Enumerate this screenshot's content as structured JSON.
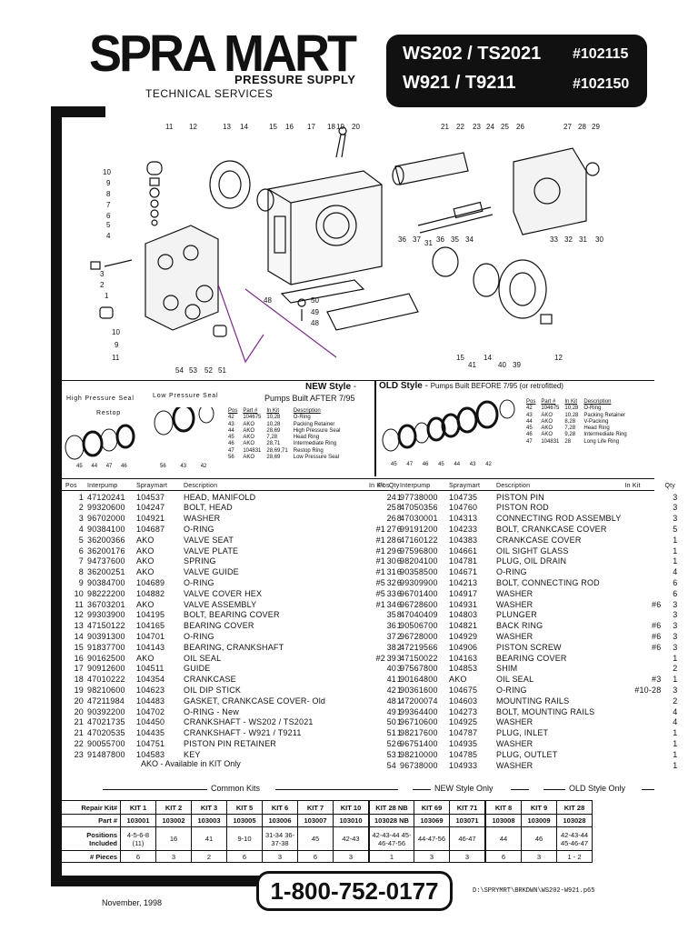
{
  "header": {
    "brand": "SPRA MART",
    "brand_sub": "PRESSURE SUPPLY",
    "tech": "TECHNICAL SERVICES",
    "model_line1": "WS202 / TS2021",
    "model_line2": "W921 / T9211",
    "num1": "#102115",
    "num2": "#102150"
  },
  "diagram": {
    "callouts_top": [
      "11",
      "12",
      "13",
      "14",
      "15",
      "16",
      "17",
      "18",
      "19",
      "20",
      "21",
      "22",
      "23",
      "24",
      "25",
      "26",
      "27",
      "28",
      "29"
    ],
    "callouts_left": [
      "10",
      "9",
      "8",
      "7",
      "6",
      "5",
      "4",
      "3",
      "2",
      "1",
      "10",
      "9",
      "11"
    ],
    "callouts_bottom_left": [
      "54",
      "53",
      "52",
      "51"
    ],
    "callouts_mid": [
      "48",
      "50",
      "49",
      "48"
    ],
    "callouts_right_mid": [
      "36",
      "37",
      "31",
      "36",
      "35",
      "34",
      "33",
      "32",
      "31",
      "30"
    ],
    "callouts_right_bot": [
      "15",
      "14",
      "41",
      "40",
      "39",
      "12"
    ]
  },
  "new_style": {
    "title": "NEW Style",
    "subtitle": "Pumps Built AFTER 7/95",
    "hp_label": "High Pressure Seal",
    "lp_label": "Low Pressure Seal",
    "restop_label": "Restop",
    "bottom_labels": [
      "45",
      "44",
      "47",
      "46",
      "56",
      "43",
      "42"
    ],
    "headers": [
      "Pos",
      "Part #",
      "In Kit",
      "Description"
    ],
    "rows": [
      [
        "42",
        "104675",
        "10,28",
        "O-Ring"
      ],
      [
        "43",
        "AKO",
        "10,28",
        "Packing Retainer"
      ],
      [
        "44",
        "AKO",
        "28,69",
        "High Pressure Seal"
      ],
      [
        "45",
        "AKO",
        "7,28",
        "Head Ring"
      ],
      [
        "46",
        "AKO",
        "28,71",
        "Intermediate Ring"
      ],
      [
        "47",
        "104831",
        "28,69,71",
        "Restop Ring"
      ],
      [
        "56",
        "AKO",
        "28,69",
        "Low Pressure Seal"
      ]
    ]
  },
  "old_style": {
    "title": "OLD Style",
    "subtitle": "Pumps Built BEFORE 7/95 (or retrofitted)",
    "bottom_labels": [
      "45",
      "47",
      "46",
      "45",
      "44",
      "43",
      "42"
    ],
    "headers": [
      "Pos",
      "Part #",
      "In Kit",
      "Description"
    ],
    "rows": [
      [
        "42",
        "104675",
        "10,28",
        "O-Ring"
      ],
      [
        "43",
        "AKO",
        "10,28",
        "Packing Retainer"
      ],
      [
        "44",
        "AKO",
        "8,28",
        "V-Packing"
      ],
      [
        "45",
        "AKO",
        "7,28",
        "Head Ring"
      ],
      [
        "46",
        "AKO",
        "9,28",
        "Intermediate Ring"
      ],
      [
        "47",
        "104831",
        "28",
        "Long Life Ring"
      ]
    ]
  },
  "parts": {
    "headers": [
      "Pos",
      "Interpump",
      "Spraymart",
      "Description",
      "In Kit",
      "Qty"
    ],
    "left": [
      [
        "1",
        "47120241",
        "104537",
        "HEAD, MANIFOLD",
        "",
        "1"
      ],
      [
        "2",
        "99320600",
        "104247",
        "BOLT, HEAD",
        "",
        "8"
      ],
      [
        "3",
        "96702000",
        "104921",
        "WASHER",
        "",
        "8"
      ],
      [
        "4",
        "90384100",
        "104687",
        "O-RING",
        "#1",
        "6"
      ],
      [
        "5",
        "36200366",
        "AKO",
        "VALVE SEAT",
        "#1",
        "6"
      ],
      [
        "6",
        "36200176",
        "AKO",
        "VALVE PLATE",
        "#1",
        "6"
      ],
      [
        "7",
        "94737600",
        "AKO",
        "SPRING",
        "#1",
        "6"
      ],
      [
        "8",
        "36200251",
        "AKO",
        "VALVE GUIDE",
        "#1",
        "6"
      ],
      [
        "9",
        "90384700",
        "104689",
        "O-RING",
        "#5",
        "6"
      ],
      [
        "10",
        "98222200",
        "104882",
        "VALVE COVER HEX",
        "#5",
        "6"
      ],
      [
        "11",
        "36703201",
        "AKO",
        "VALVE ASSEMBLY",
        "#1",
        "6"
      ],
      [
        "12",
        "99303900",
        "104195",
        "BOLT, BEARING COVER",
        "",
        "8"
      ],
      [
        "13",
        "47150122",
        "104165",
        "BEARING COVER",
        "",
        "1"
      ],
      [
        "14",
        "90391300",
        "104701",
        "O-RING",
        "",
        "2"
      ],
      [
        "15",
        "91837700",
        "104143",
        "BEARING, CRANKSHAFT",
        "",
        "2"
      ],
      [
        "16",
        "90162500",
        "AKO",
        "OIL SEAL",
        "#2",
        "3"
      ],
      [
        "17",
        "90912600",
        "104511",
        "GUIDE",
        "",
        "3"
      ],
      [
        "18",
        "47010222",
        "104354",
        "CRANKCASE",
        "",
        "1"
      ],
      [
        "19",
        "98210600",
        "104623",
        "OIL DIP STICK",
        "",
        "1"
      ],
      [
        "20",
        "47211984",
        "104483",
        "GASKET, CRANKCASE COVER- Old",
        "",
        "1"
      ],
      [
        "20",
        "90392200",
        "104702",
        "O-RING - New",
        "",
        "1"
      ],
      [
        "21",
        "47021735",
        "104450",
        "CRANKSHAFT - WS202 / TS2021",
        "",
        "1"
      ],
      [
        "21",
        "47020535",
        "104435",
        "CRANKSHAFT - W921 / T9211",
        "",
        "1"
      ],
      [
        "22",
        "90055700",
        "104751",
        "PISTON PIN RETAINER",
        "",
        "6"
      ],
      [
        "23",
        "91487800",
        "104583",
        "KEY",
        "",
        "1"
      ]
    ],
    "right": [
      [
        "24",
        "97738000",
        "104735",
        "PISTON PIN",
        "",
        "3"
      ],
      [
        "25",
        "47050356",
        "104760",
        "PISTON ROD",
        "",
        "3"
      ],
      [
        "26",
        "47030001",
        "104313",
        "CONNECTING ROD ASSEMBLY",
        "",
        "3"
      ],
      [
        "27",
        "99191200",
        "104233",
        "BOLT, CRANKCASE COVER",
        "",
        "5"
      ],
      [
        "28",
        "47160122",
        "104383",
        "CRANKCASE COVER",
        "",
        "1"
      ],
      [
        "29",
        "97596800",
        "104661",
        "OIL SIGHT GLASS",
        "",
        "1"
      ],
      [
        "30",
        "98204100",
        "104781",
        "PLUG, OIL DRAIN",
        "",
        "1"
      ],
      [
        "31",
        "90358500",
        "104671",
        "O-RING",
        "",
        "4"
      ],
      [
        "32",
        "99309900",
        "104213",
        "BOLT, CONNECTING ROD",
        "",
        "6"
      ],
      [
        "33",
        "96701400",
        "104917",
        "WASHER",
        "",
        "6"
      ],
      [
        "34",
        "96728600",
        "104931",
        "WASHER",
        "#6",
        "3"
      ],
      [
        "35",
        "47040409",
        "104803",
        "PLUNGER",
        "",
        "3"
      ],
      [
        "36",
        "90506700",
        "104821",
        "BACK RING",
        "#6",
        "3"
      ],
      [
        "37",
        "96728000",
        "104929",
        "WASHER",
        "#6",
        "3"
      ],
      [
        "38",
        "47219566",
        "104906",
        "PISTON SCREW",
        "#6",
        "3"
      ],
      [
        "39",
        "47150022",
        "104163",
        "BEARING COVER",
        "",
        "1"
      ],
      [
        "40",
        "97567800",
        "104853",
        "SHIM",
        "",
        "2"
      ],
      [
        "41",
        "90164800",
        "AKO",
        "OIL SEAL",
        "#3",
        "1"
      ],
      [
        "42",
        "90361600",
        "104675",
        "O-RING",
        "#10-28",
        "3"
      ],
      [
        "48",
        "47200074",
        "104603",
        "MOUNTING RAILS",
        "",
        "2"
      ],
      [
        "49",
        "99364400",
        "104273",
        "BOLT, MOUNTING RAILS",
        "",
        "4"
      ],
      [
        "50",
        "96710600",
        "104925",
        "WASHER",
        "",
        "4"
      ],
      [
        "51",
        "98217600",
        "104787",
        "PLUG, INLET",
        "",
        "1"
      ],
      [
        "52",
        "96751400",
        "104935",
        "WASHER",
        "",
        "1"
      ],
      [
        "53",
        "98210000",
        "104785",
        "PLUG, OUTLET",
        "",
        "1"
      ],
      [
        "54",
        "96738000",
        "104933",
        "WASHER",
        "",
        "1"
      ]
    ],
    "ako_note": "AKO - Available in KIT Only"
  },
  "kits": {
    "group_common": "Common Kits",
    "group_new": "NEW Style Only",
    "group_old": "OLD Style Only",
    "row_labels": [
      "Repair Kit#",
      "Part #",
      "Positions Included",
      "# Pieces"
    ],
    "cols": [
      {
        "kit": "KIT 1",
        "part": "103001",
        "pos": "4-5-6-8 (11)",
        "pieces": "6"
      },
      {
        "kit": "KIT 2",
        "part": "103002",
        "pos": "16",
        "pieces": "3"
      },
      {
        "kit": "KIT 3",
        "part": "103003",
        "pos": "41",
        "pieces": "2"
      },
      {
        "kit": "KIT 5",
        "part": "103005",
        "pos": "9-10",
        "pieces": "6"
      },
      {
        "kit": "KIT 6",
        "part": "103006",
        "pos": "31-34 36-37-38",
        "pieces": "3"
      },
      {
        "kit": "KIT 7",
        "part": "103007",
        "pos": "45",
        "pieces": "6"
      },
      {
        "kit": "KIT 10",
        "part": "103010",
        "pos": "42-43",
        "pieces": "3"
      },
      {
        "kit": "KIT 28 NB",
        "part": "103028 NB",
        "pos": "42-43-44 45-46-47-56",
        "pieces": "1"
      },
      {
        "kit": "KIT 69",
        "part": "103069",
        "pos": "44-47-56",
        "pieces": "3"
      },
      {
        "kit": "KIT 71",
        "part": "103071",
        "pos": "46-47",
        "pieces": "3"
      },
      {
        "kit": "KIT 8",
        "part": "103008",
        "pos": "44",
        "pieces": "6"
      },
      {
        "kit": "KIT 9",
        "part": "103009",
        "pos": "46",
        "pieces": "3"
      },
      {
        "kit": "KIT 28",
        "part": "103028",
        "pos": "42-43-44 45-46-47",
        "pieces": "1 - 2"
      }
    ]
  },
  "footer": {
    "phone": "1-800-752-0177",
    "date": "November, 1998",
    "path": "D:\\SPRYMRT\\BRKDWN\\WS202-W921.p65"
  }
}
